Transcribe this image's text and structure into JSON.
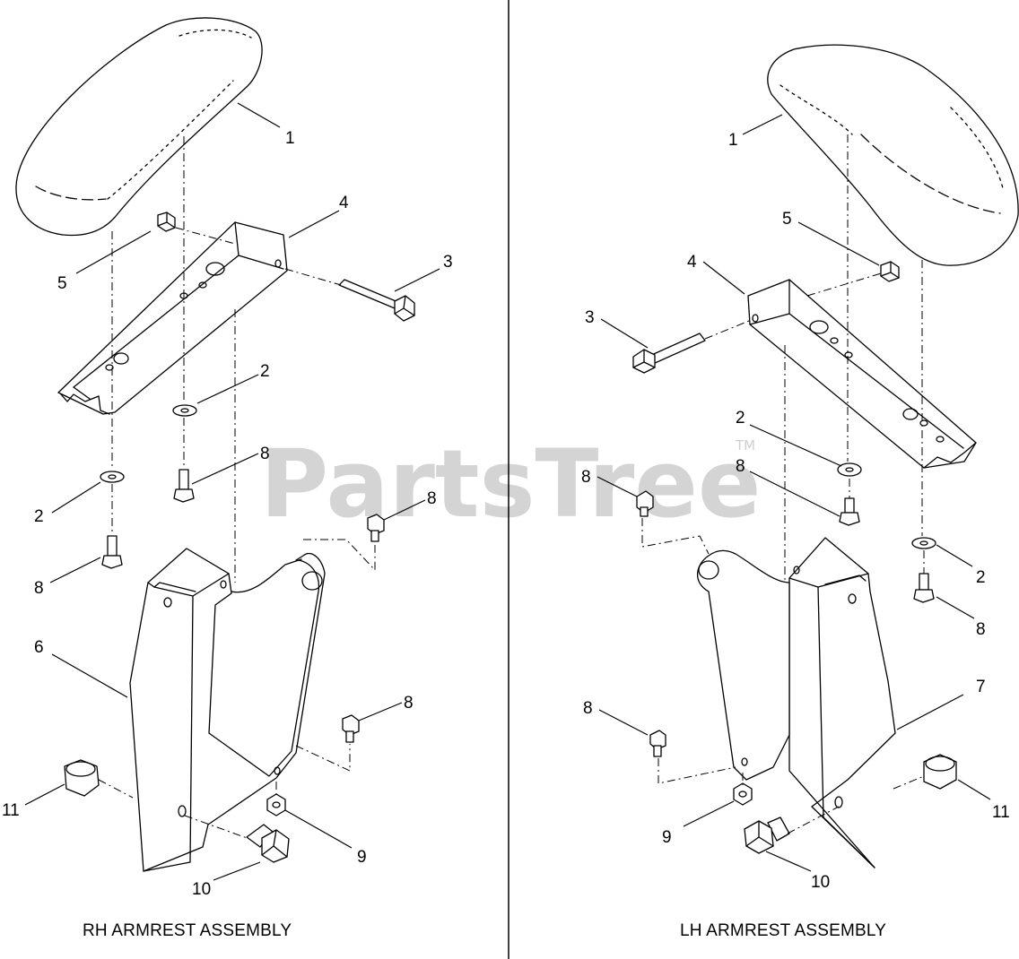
{
  "watermark": {
    "text": "PartsTree",
    "trademark": "TM"
  },
  "left": {
    "caption": "RH ARMREST ASSEMBLY",
    "callouts": {
      "c1": "1",
      "c4": "4",
      "c5": "5",
      "c3": "3",
      "c2a": "2",
      "c2b": "2",
      "c8a": "8",
      "c8b": "8",
      "c8c": "8",
      "c8d": "8",
      "c6": "6",
      "c11": "11",
      "c10": "10",
      "c9": "9"
    }
  },
  "right": {
    "caption": "LH ARMREST ASSEMBLY",
    "callouts": {
      "c1": "1",
      "c5": "5",
      "c4": "4",
      "c3": "3",
      "c2a": "2",
      "c2b": "2",
      "c8a": "8",
      "c8b": "8",
      "c8c": "8",
      "c8d": "8",
      "c7": "7",
      "c11": "11",
      "c9": "9",
      "c10": "10"
    }
  },
  "colors": {
    "line": "#000000",
    "watermark": "#d4d4d4",
    "background": "#ffffff"
  }
}
